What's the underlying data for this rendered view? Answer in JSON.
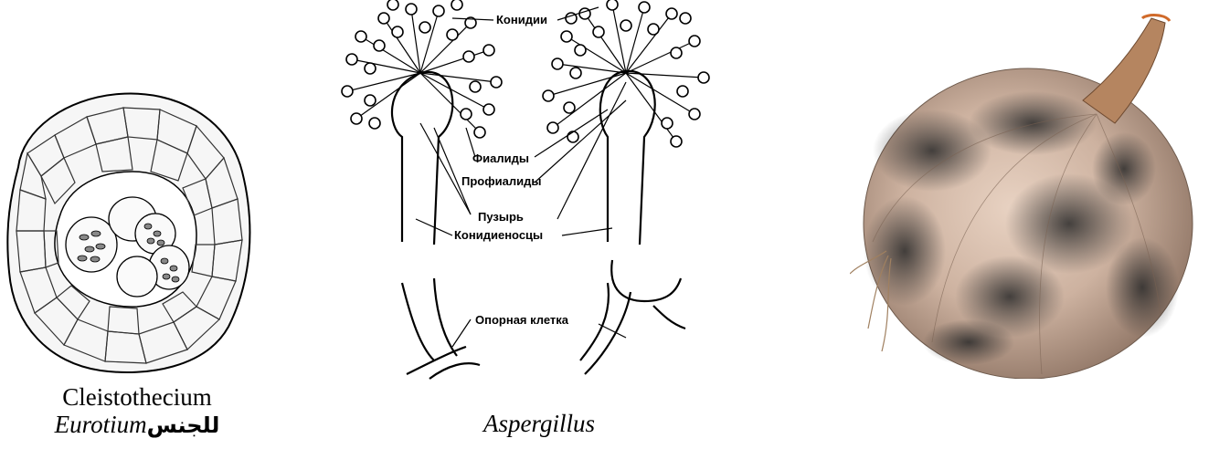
{
  "figures": [
    {
      "caption_line1": "Cleistothecium",
      "caption_line2_italic": "Eurotium",
      "caption_line2_arabic": "للجنس"
    },
    {
      "labels": {
        "conidia": "Конидии",
        "phialides": "Фиалиды",
        "prophialides": "Профиалиды",
        "vesicle": "Пузырь",
        "conidiophores": "Конидиеносцы",
        "foot_cell": "Опорная клетка"
      },
      "caption_italic": "Aspergillus"
    },
    {
      "caption": ""
    }
  ],
  "colors": {
    "ink": "#000000",
    "onion_skin": "#d8b898",
    "mold": "#3a3a3a"
  }
}
